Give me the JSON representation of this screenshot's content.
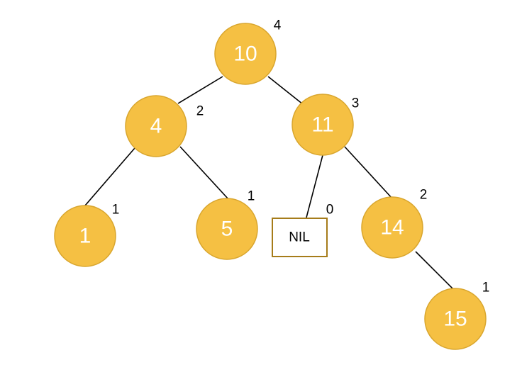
{
  "tree": {
    "nodes": [
      {
        "id": "n10",
        "label": "10",
        "height": "4"
      },
      {
        "id": "n4",
        "label": "4",
        "height": "2"
      },
      {
        "id": "n11",
        "label": "11",
        "height": "3"
      },
      {
        "id": "n1",
        "label": "1",
        "height": "1"
      },
      {
        "id": "n5",
        "label": "5",
        "height": "1"
      },
      {
        "id": "nil",
        "label": "NIL",
        "height": "0"
      },
      {
        "id": "n14",
        "label": "14",
        "height": "2"
      },
      {
        "id": "n15",
        "label": "15",
        "height": "1"
      }
    ],
    "edges": [
      {
        "from": "n10",
        "to": "n4"
      },
      {
        "from": "n10",
        "to": "n11"
      },
      {
        "from": "n4",
        "to": "n1"
      },
      {
        "from": "n4",
        "to": "n5"
      },
      {
        "from": "n11",
        "to": "nil"
      },
      {
        "from": "n11",
        "to": "n14"
      },
      {
        "from": "n14",
        "to": "n15"
      }
    ],
    "colors": {
      "node_fill": "#F5C043",
      "nil_border": "#A67C1A",
      "edge": "#000000"
    }
  }
}
